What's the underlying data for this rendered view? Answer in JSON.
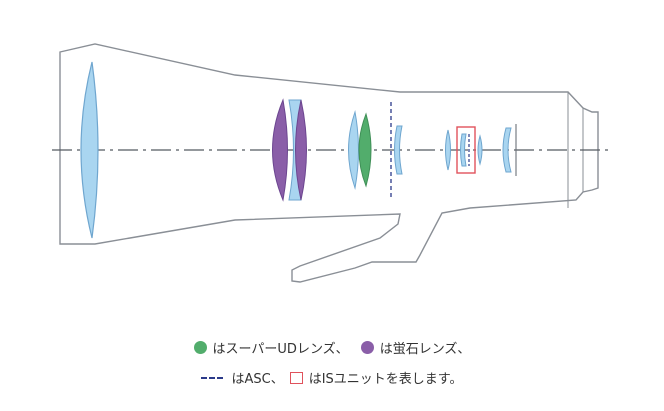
{
  "colors": {
    "outline": "#8a8f96",
    "axis": "#555a60",
    "lens_fill": "#a9d5f0",
    "lens_stroke": "#6fa6cf",
    "ud_lens": "#52ad6c",
    "fluorite_lens": "#8a5ea8",
    "asc": "#2b3a8a",
    "is_unit": "#e0525c"
  },
  "legend": {
    "line1": {
      "ud_text": "はスーパーUDレンズ、",
      "fluorite_text": "は蛍石レンズ、"
    },
    "line2": {
      "asc_symbol": "---",
      "asc_text": "はASC、",
      "is_text": "はISユニットを表します。"
    }
  }
}
